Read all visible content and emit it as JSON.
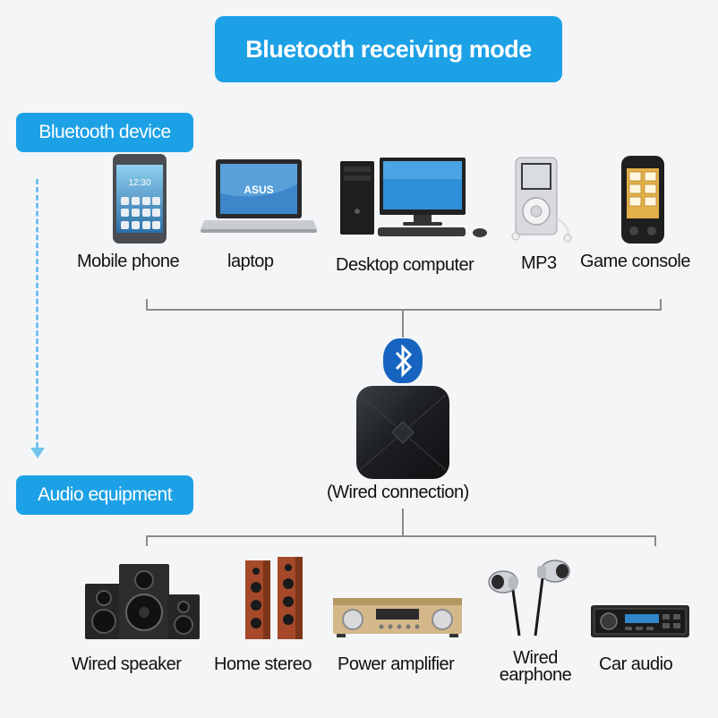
{
  "title": "Bluetooth receiving mode",
  "bluetooth_device_label": "Bluetooth device",
  "audio_equipment_label": "Audio equipment",
  "center_label": "(Wired connection)",
  "laptop_brand": "ASUS",
  "devices": [
    {
      "label": "Mobile phone"
    },
    {
      "label": "laptop"
    },
    {
      "label": "Desktop computer"
    },
    {
      "label": "MP3"
    },
    {
      "label": "Game console"
    }
  ],
  "audio": [
    {
      "label": "Wired speaker"
    },
    {
      "label": "Home stereo"
    },
    {
      "label": "Power amplifier"
    },
    {
      "label_line1": "Wired",
      "label_line2": "earphone"
    },
    {
      "label": "Car audio"
    }
  ],
  "colors": {
    "accent": "#1da1e6",
    "dash": "#6fc4ee",
    "bluetooth": "#1664c0"
  },
  "icons": [
    "bluetooth-icon",
    "receiver-device",
    "mobile-phone-icon",
    "laptop-icon",
    "desktop-computer-icon",
    "mp3-player-icon",
    "game-console-icon",
    "wired-speaker-icon",
    "home-stereo-icon",
    "power-amplifier-icon",
    "wired-earphone-icon",
    "car-audio-icon"
  ]
}
